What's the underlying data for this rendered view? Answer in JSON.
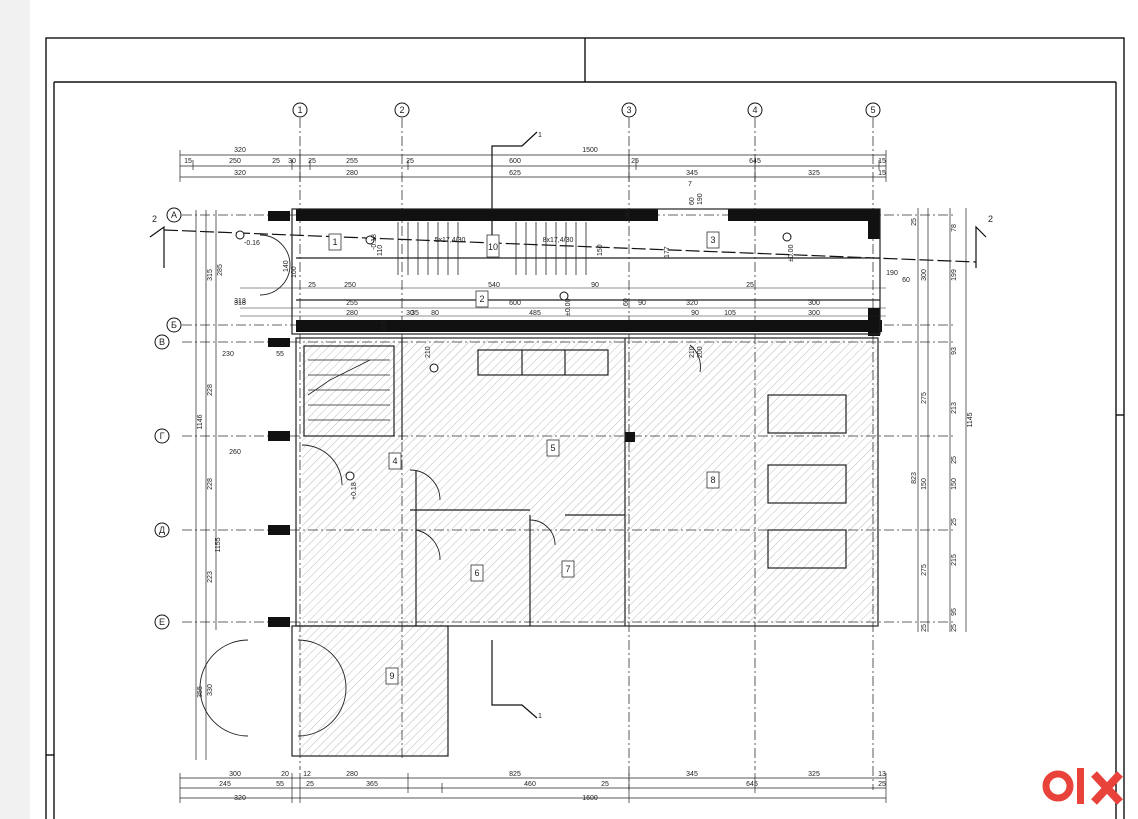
{
  "drawing": {
    "axes_numeric": [
      "1",
      "2",
      "3",
      "4",
      "5"
    ],
    "axes_letters": [
      "А",
      "Б",
      "В",
      "Г",
      "Д",
      "Е"
    ],
    "section_marks": [
      "1",
      "1",
      "2",
      "2"
    ],
    "dims_top_row1": [
      "320",
      "1500"
    ],
    "dims_top_row2": [
      "15",
      "250",
      "25",
      "30",
      "25",
      "255",
      "25",
      "600",
      "25",
      "645",
      "15"
    ],
    "dims_top_row3": [
      "320",
      "280",
      "625",
      "345",
      "325",
      "15"
    ],
    "dims_inner": [
      "318",
      "255",
      "600",
      "320",
      "300",
      "280",
      "485",
      "90",
      "105",
      "300",
      "25",
      "250",
      "540",
      "30",
      "90",
      "25",
      "35",
      "80",
      "90"
    ],
    "dims_bottom_row1": [
      "300",
      "20",
      "12",
      "280",
      "825",
      "345",
      "325",
      "13"
    ],
    "dims_bottom_row2": [
      "245",
      "55",
      "25",
      "365",
      "460",
      "25",
      "645",
      "25"
    ],
    "dims_bottom_row3": [
      "320",
      "1600"
    ],
    "dims_left": [
      "315",
      "285",
      "230",
      "55",
      "260",
      "228",
      "1146",
      "228",
      "1155",
      "223",
      "355",
      "330",
      "318"
    ],
    "dims_right": [
      "25",
      "78",
      "199",
      "300",
      "1145",
      "93",
      "275",
      "213",
      "25",
      "150",
      "823",
      "150",
      "25",
      "275",
      "215",
      "95",
      "25",
      "25"
    ],
    "stairs": [
      "5x17,4/30",
      "8x17,4/30"
    ],
    "levels": [
      "±0.00",
      "-0.18",
      "±0.00",
      "±0.00",
      "±0.00",
      "+0.18",
      "-0.16"
    ],
    "rooms": [
      "1",
      "2",
      "3",
      "4",
      "5",
      "6",
      "7",
      "8",
      "9",
      "10"
    ],
    "room_marks_small": [
      "7",
      "60",
      "190",
      "60",
      "190",
      "60",
      "100",
      "110",
      "177",
      "150",
      "140",
      "210",
      "115",
      "200",
      "210",
      "100"
    ]
  },
  "watermark": {
    "text": "olx",
    "color": "#e8423a"
  }
}
